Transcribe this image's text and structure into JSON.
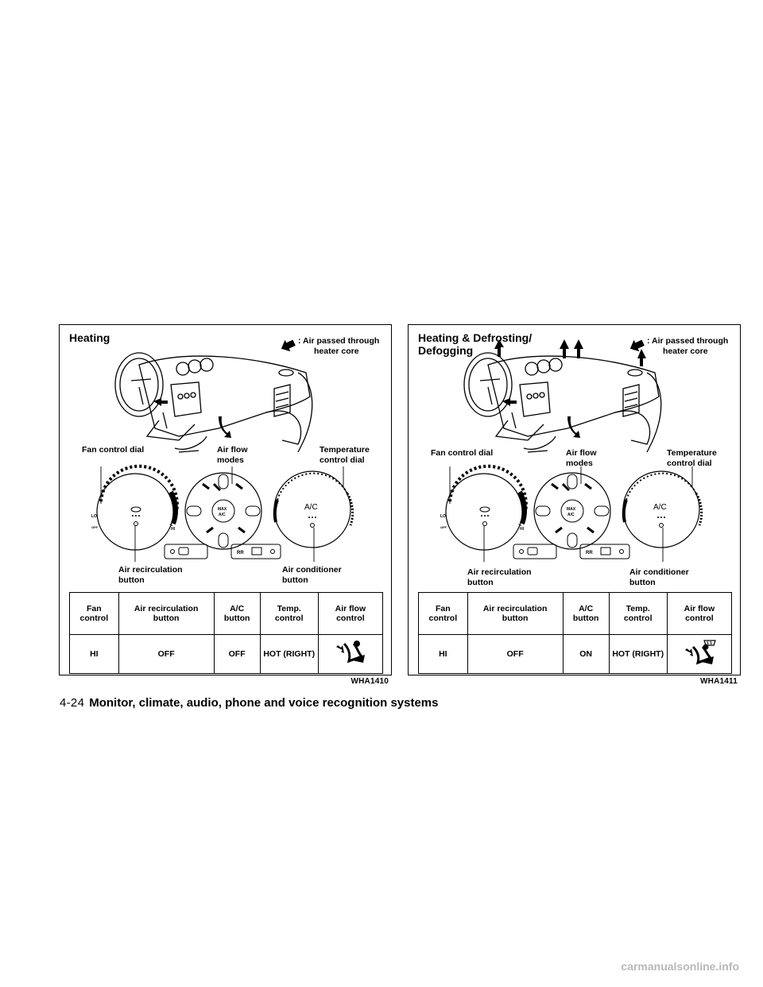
{
  "figures": [
    {
      "title": "Heating",
      "legend": ": Air passed through heater core",
      "labels": {
        "fan_dial": "Fan control dial",
        "air_flow_modes": "Air flow modes",
        "temp_dial": "Temperature control dial",
        "recirc_button": "Air recirculation button",
        "ac_button": "Air conditioner button"
      },
      "dial_marks": {
        "lo": "LO",
        "off": "OFF",
        "hi": "HI",
        "ac": "A/C",
        "max": "MAX",
        "max_ac": "A/C",
        "rr": "RR"
      },
      "table": {
        "headers": [
          "Fan control",
          "Air recirculation button",
          "A/C button",
          "Temp. control",
          "Air flow control"
        ],
        "row": [
          "HI",
          "OFF",
          "OFF",
          "HOT (RIGHT)"
        ],
        "airflow_icon": "floor-vent-icon"
      },
      "code": "WHA1410"
    },
    {
      "title": "Heating & Defrosting/ Defogging",
      "legend": ": Air passed through heater core",
      "labels": {
        "fan_dial": "Fan control dial",
        "air_flow_modes": "Air flow modes",
        "temp_dial": "Temperature control dial",
        "recirc_button": "Air recirculation button",
        "ac_button": "Air conditioner button"
      },
      "dial_marks": {
        "lo": "LO",
        "off": "OFF",
        "hi": "HI",
        "ac": "A/C",
        "max": "MAX",
        "max_ac": "A/C",
        "rr": "RR"
      },
      "table": {
        "headers": [
          "Fan control",
          "Air recirculation button",
          "A/C button",
          "Temp. control",
          "Air flow control"
        ],
        "row": [
          "HI",
          "OFF",
          "ON",
          "HOT (RIGHT)"
        ],
        "airflow_icon": "floor-defrost-vent-icon"
      },
      "code": "WHA1411"
    }
  ],
  "footer": {
    "page_number": "4-24",
    "section": "Monitor, climate, audio, phone and voice recognition systems"
  },
  "watermark": "carmanualsonline.info"
}
